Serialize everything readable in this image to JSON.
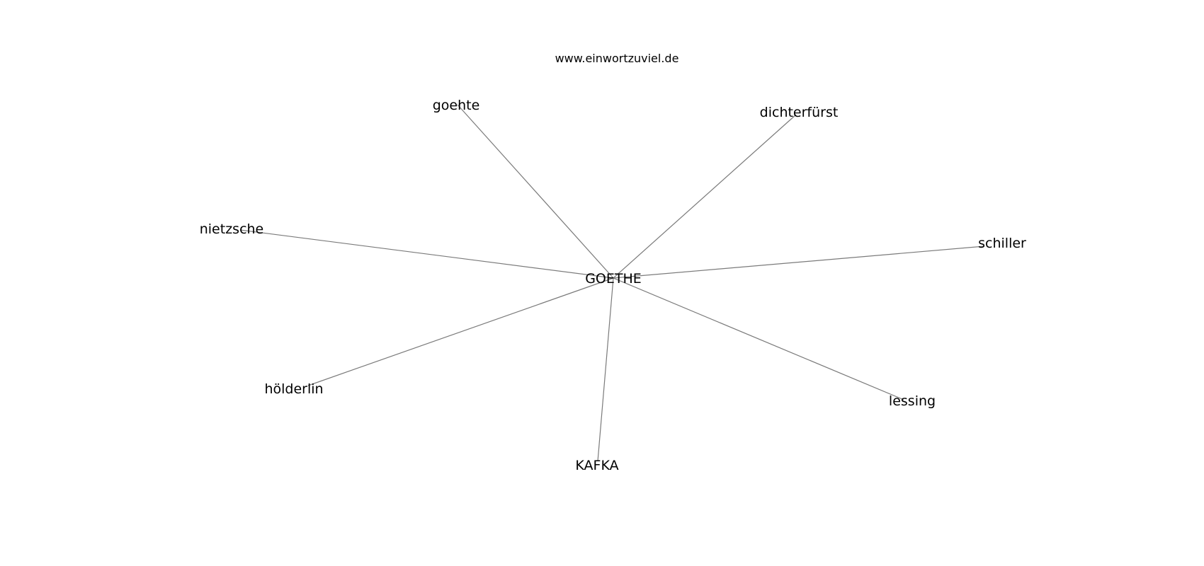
{
  "header": {
    "site": "www.einwortzuviel.de"
  },
  "graph": {
    "center": "GOETHE",
    "neighbors": [
      "goehte",
      "dichterfürst",
      "nietzsche",
      "schiller",
      "hölderlin",
      "lessing",
      "KAFKA"
    ]
  },
  "style": {
    "edge_color": "#7a7a7a",
    "text_color": "#000000",
    "background": "#ffffff"
  }
}
